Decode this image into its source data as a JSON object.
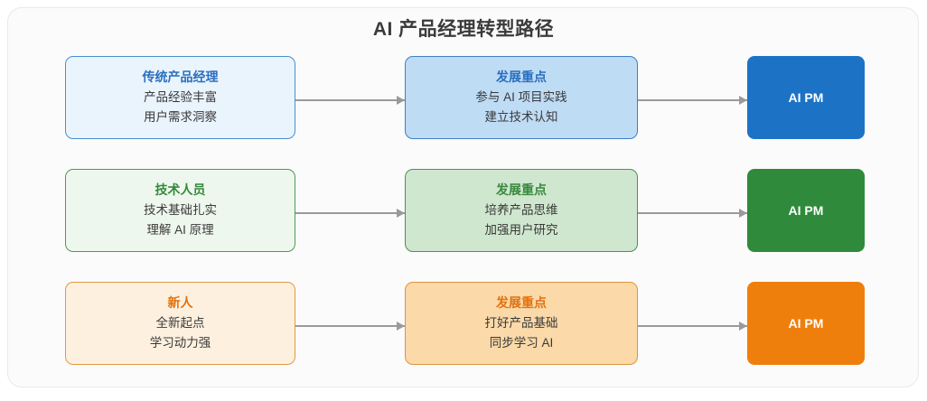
{
  "diagram": {
    "title": "AI 产品经理转型路径",
    "colors": {
      "blue_accent": "#1c73c6",
      "green_accent": "#2f8a3b",
      "orange_accent": "#ef7f0c",
      "panel_background": "#fbfbfb",
      "connector": "#9a9a9a"
    },
    "rows": [
      {
        "theme": "blue",
        "start": {
          "title": "传统产品经理",
          "lines": [
            "产品经验丰富",
            "用户需求洞察"
          ]
        },
        "middle": {
          "title": "发展重点",
          "lines": [
            "参与 AI 项目实践",
            "建立技术认知"
          ]
        },
        "end": {
          "label": "AI PM"
        }
      },
      {
        "theme": "green",
        "start": {
          "title": "技术人员",
          "lines": [
            "技术基础扎实",
            "理解 AI 原理"
          ]
        },
        "middle": {
          "title": "发展重点",
          "lines": [
            "培养产品思维",
            "加强用户研究"
          ]
        },
        "end": {
          "label": "AI PM"
        }
      },
      {
        "theme": "orange",
        "start": {
          "title": "新人",
          "lines": [
            "全新起点",
            "学习动力强"
          ]
        },
        "middle": {
          "title": "发展重点",
          "lines": [
            "打好产品基础",
            "同步学习 AI"
          ]
        },
        "end": {
          "label": "AI PM"
        }
      }
    ]
  }
}
